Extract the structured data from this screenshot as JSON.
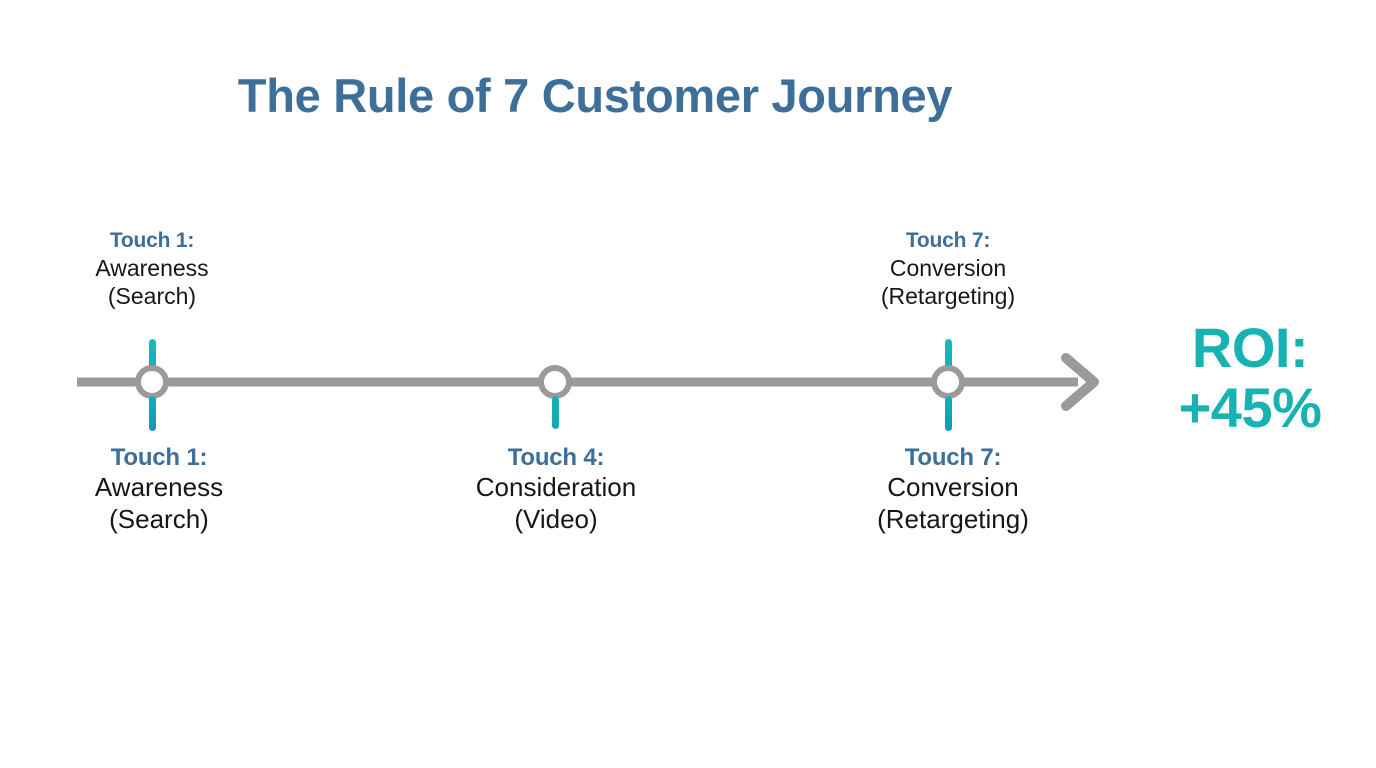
{
  "page": {
    "title": "The Rule of 7 Customer Journey",
    "background_color": "#ffffff"
  },
  "colors": {
    "title_blue": "#3d6f99",
    "label_blue": "#3d6f99",
    "teal": "#17b2b2",
    "axis_gray": "#9a9a9a",
    "body_text": "#15171a"
  },
  "timeline": {
    "axis_name": "customer-journey-axis",
    "direction": "left-to-right",
    "arrowhead": "arrow-right-icon",
    "markers": [
      {
        "id": "touch-1",
        "tick_above": true,
        "tick_below": true,
        "top_label": {
          "touch": "Touch 1:",
          "stage": "Awareness",
          "channel": "(Search)"
        },
        "bottom_label": {
          "touch": "Touch 1:",
          "stage": "Awareness",
          "channel": "(Search)"
        }
      },
      {
        "id": "touch-4",
        "tick_above": false,
        "tick_below": true,
        "top_label": null,
        "bottom_label": {
          "touch": "Touch 4:",
          "stage": "Consideration",
          "channel": "(Video)"
        }
      },
      {
        "id": "touch-7",
        "tick_above": true,
        "tick_below": true,
        "top_label": {
          "touch": "Touch 7:",
          "stage": "Conversion",
          "channel": "(Retargeting)"
        },
        "bottom_label": {
          "touch": "Touch 7:",
          "stage": "Conversion",
          "channel": "(Retargeting)"
        }
      }
    ]
  },
  "roi": {
    "label": "ROI:",
    "value": "+45%"
  }
}
